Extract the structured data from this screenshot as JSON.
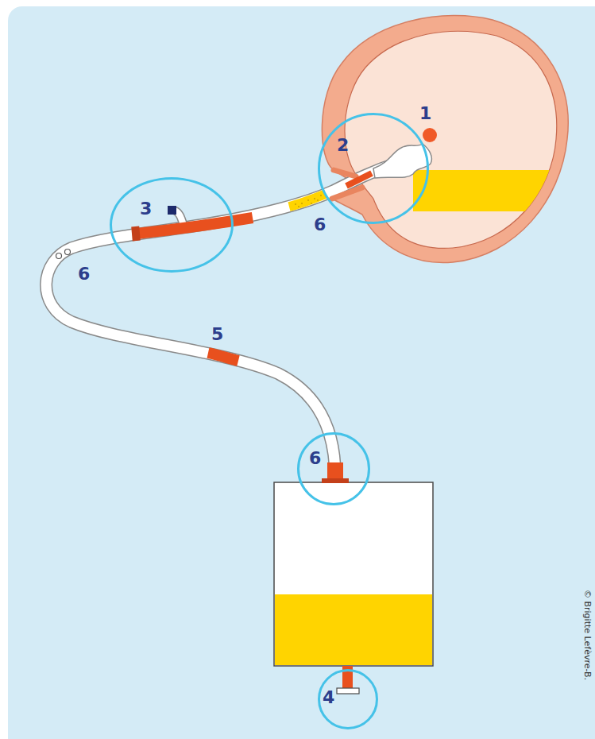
{
  "diagram": {
    "nodes": [
      {
        "text": [
          "2"
        ]
      },
      {
        "text": [
          "3"
        ]
      },
      {
        "text": [
          "6"
        ]
      },
      {
        "text": [
          "4"
        ]
      }
    ],
    "labels": [
      "1",
      "6",
      "6",
      "5",
      "© Brigitte Lefèvre-B."
    ]
  }
}
